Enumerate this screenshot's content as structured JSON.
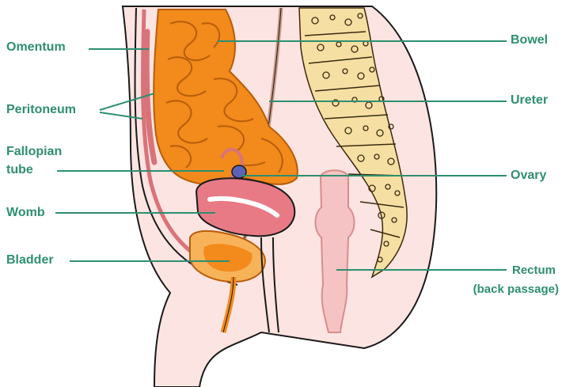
{
  "labels": {
    "omentum": "Omentum",
    "peritoneum": "Peritoneum",
    "fallopian_line1": "Fallopian",
    "fallopian_line2": "tube",
    "womb": "Womb",
    "bladder": "Bladder",
    "bowel": "Bowel",
    "ureter": "Ureter",
    "ovary": "Ovary",
    "rectum_line1": "Rectum",
    "rectum_line2": "(back passage)"
  },
  "colors": {
    "label_text": "#2e8f70",
    "leader_line": "#2e8f70",
    "skin": "#fbe4e1",
    "outline": "#1a1a1a",
    "bowel": "#f28a1c",
    "bowel_outline": "#b85d0a",
    "spine": "#f6dfa3",
    "spine_dots": "#3a2a10",
    "womb": "#e87a86",
    "rectum": "#f5c3c3",
    "ovary": "#5a63b8",
    "membrane": "#d9737a"
  }
}
